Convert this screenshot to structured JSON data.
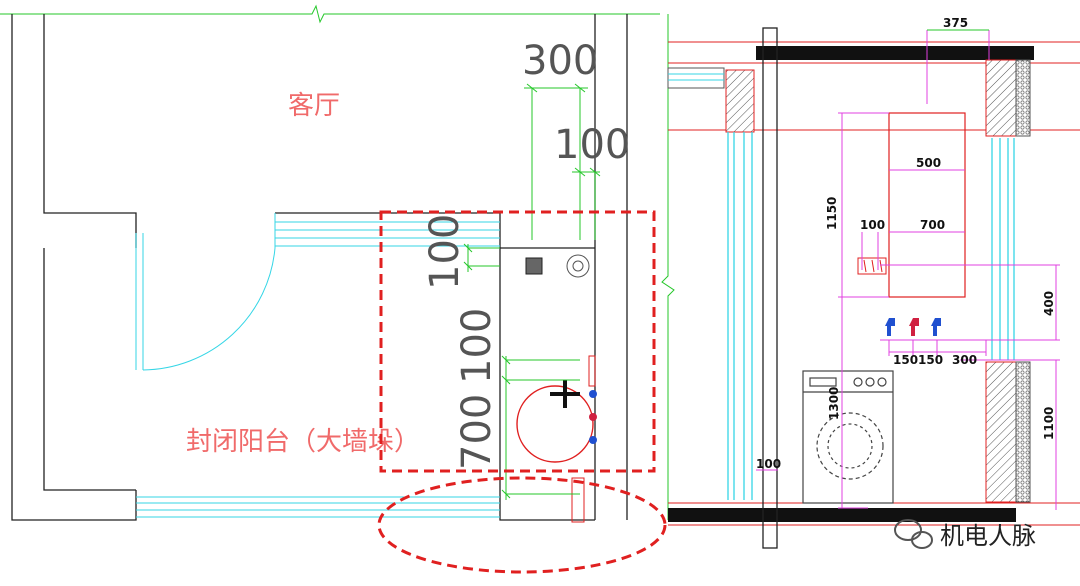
{
  "plan": {
    "living_room_label": "客厅",
    "balcony_label": "封闭阳台（大墙垛）",
    "dim_300": "300",
    "dim_100_top": "100",
    "dim_100_left": "100",
    "dim_100_mid": "100",
    "dim_700": "700"
  },
  "elevation": {
    "dim_375": "375",
    "dim_500": "500",
    "dim_1150": "1150",
    "dim_100_a": "100",
    "dim_700": "700",
    "dim_400": "400",
    "dim_150_a": "150",
    "dim_150_b": "150",
    "dim_300": "300",
    "dim_1300": "1300",
    "dim_1100": "1100",
    "dim_100_b": "100"
  },
  "watermark": {
    "text": "机电人脉",
    "icon": "wechat-icon"
  },
  "colors": {
    "wall_line": "#222222",
    "window_cyan": "#35d6e6",
    "dimension_green": "#25c72a",
    "dimension_magenta": "#e040e0",
    "highlight_red": "#e02020",
    "label_red": "#f06a6a",
    "hot_pipe": "#d02040",
    "cold_pipe": "#2050d0"
  }
}
